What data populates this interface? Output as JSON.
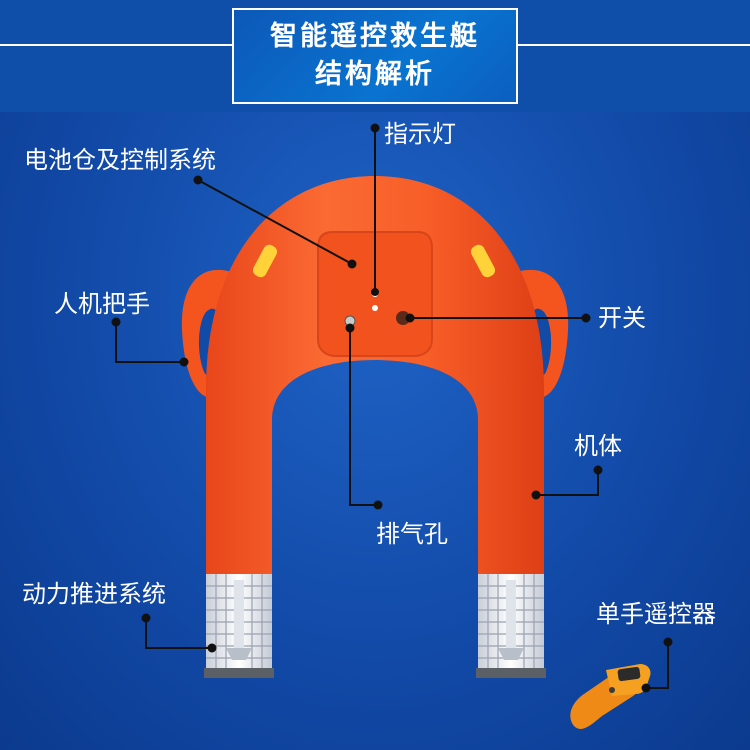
{
  "title": {
    "line1": "智能遥控救生艇",
    "line2": "结构解析"
  },
  "labels": {
    "battery": "电池仓及控制系统",
    "indicator": "指示灯",
    "handle": "人机把手",
    "switch": "开关",
    "body": "机体",
    "vent": "排气孔",
    "propulsion": "动力推进系统",
    "remote": "单手遥控器"
  },
  "colors": {
    "background": "#124aa8",
    "boat": "#f4551f",
    "label_text": "#ffffff",
    "leader_line": "#111111"
  }
}
